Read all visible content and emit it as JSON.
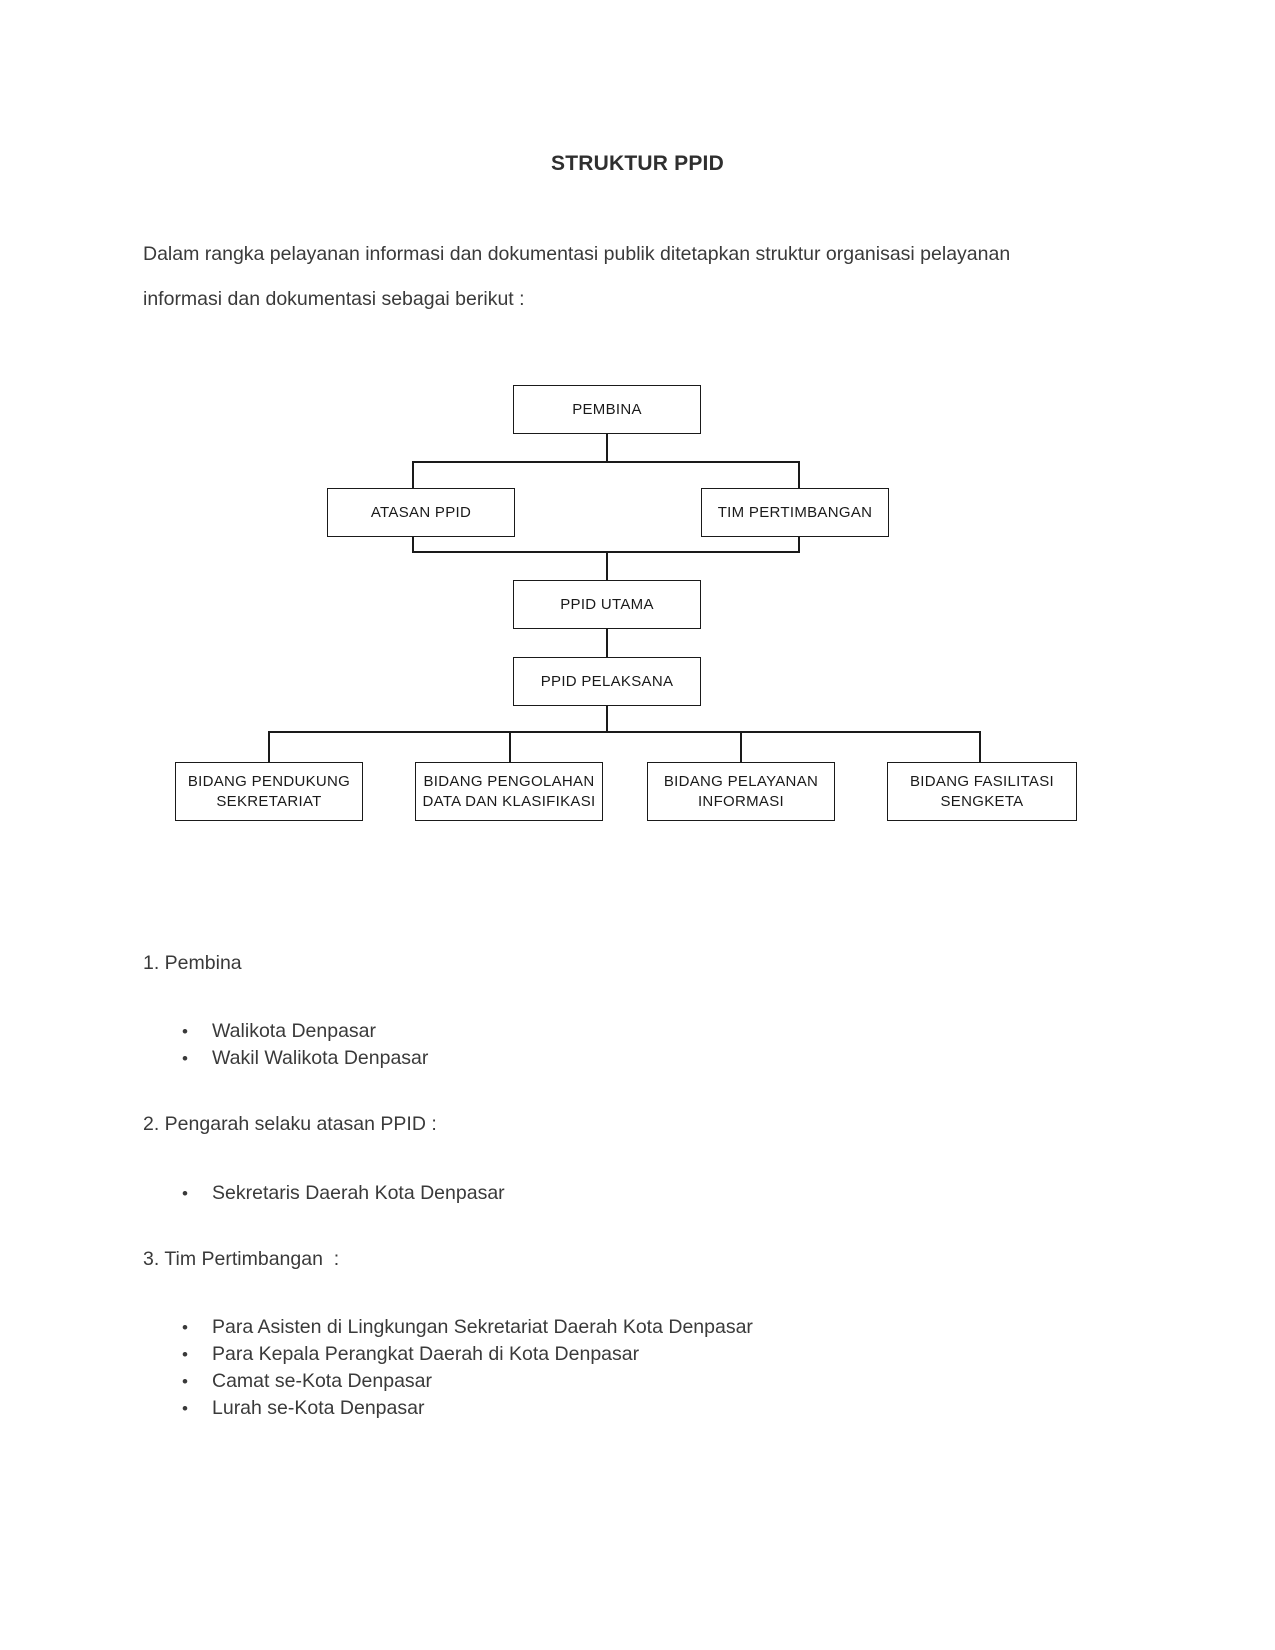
{
  "document": {
    "title": "STRUKTUR PPID",
    "intro": "Dalam rangka pelayanan informasi dan dokumentasi publik ditetapkan struktur organisasi pelayanan informasi dan dokumentasi sebagai berikut :"
  },
  "chart_data": {
    "type": "diagram",
    "title": "STRUKTUR PPID",
    "orientation": "top-down",
    "nodes": [
      {
        "id": "pembina",
        "label": "PEMBINA",
        "level": 1
      },
      {
        "id": "atasan-ppid",
        "label": "ATASAN PPID",
        "level": 2
      },
      {
        "id": "tim-pertimbangan",
        "label": "TIM PERTIMBANGAN",
        "level": 2
      },
      {
        "id": "ppid-utama",
        "label": "PPID UTAMA",
        "level": 3
      },
      {
        "id": "ppid-pelaksana",
        "label": "PPID PELAKSANA",
        "level": 4
      },
      {
        "id": "bidang-pendukung",
        "label_line1": "BIDANG PENDUKUNG",
        "label_line2": "SEKRETARIAT",
        "level": 5
      },
      {
        "id": "bidang-pengolahan",
        "label_line1": "BIDANG PENGOLAHAN",
        "label_line2": "DATA DAN KLASIFIKASI",
        "level": 5
      },
      {
        "id": "bidang-pelayanan",
        "label_line1": "BIDANG PELAYANAN",
        "label_line2": "INFORMASI",
        "level": 5
      },
      {
        "id": "bidang-fasilitasi",
        "label_line1": "BIDANG FASILITASI",
        "label_line2": "SENGKETA",
        "level": 5
      }
    ],
    "edges": [
      {
        "from": "pembina",
        "to": "atasan-ppid"
      },
      {
        "from": "pembina",
        "to": "tim-pertimbangan"
      },
      {
        "from": "atasan-ppid",
        "to": "ppid-utama"
      },
      {
        "from": "tim-pertimbangan",
        "to": "ppid-utama"
      },
      {
        "from": "ppid-utama",
        "to": "ppid-pelaksana"
      },
      {
        "from": "ppid-pelaksana",
        "to": "bidang-pendukung"
      },
      {
        "from": "ppid-pelaksana",
        "to": "bidang-pengolahan"
      },
      {
        "from": "ppid-pelaksana",
        "to": "bidang-pelayanan"
      },
      {
        "from": "ppid-pelaksana",
        "to": "bidang-fasilitasi"
      }
    ]
  },
  "sections": [
    {
      "number": "1. Pembina",
      "items": [
        "Walikota Denpasar",
        "Wakil Walikota Denpasar"
      ]
    },
    {
      "number": "2. Pengarah selaku atasan PPID :",
      "items": [
        "Sekretaris Daerah Kota Denpasar"
      ]
    },
    {
      "number": "3. Tim Pertimbangan  :",
      "items": [
        "Para Asisten di Lingkungan Sekretariat Daerah Kota Denpasar",
        "Para Kepala Perangkat Daerah di Kota Denpasar",
        "Camat se-Kota Denpasar",
        "Lurah se-Kota Denpasar"
      ]
    }
  ],
  "bullet_glyph": "•"
}
